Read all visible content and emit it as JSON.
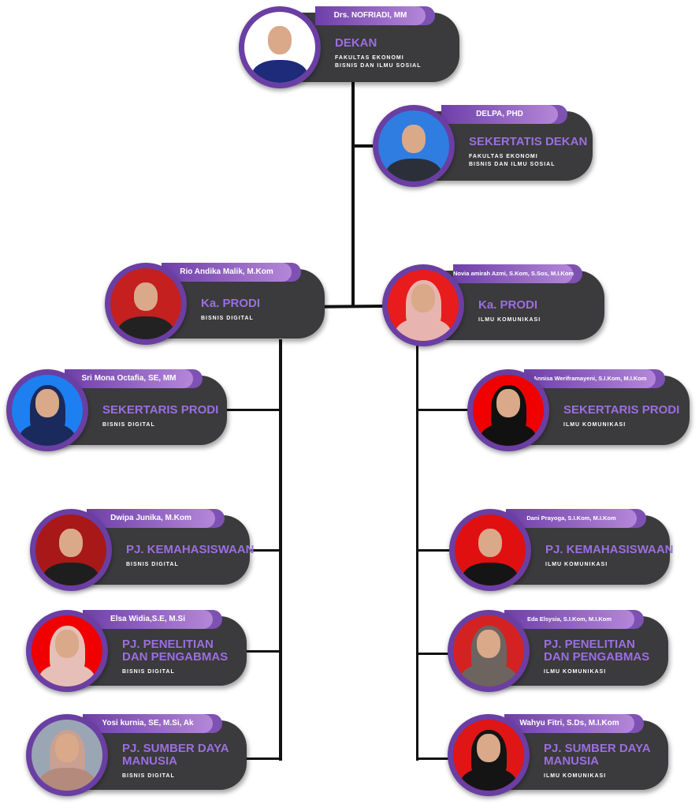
{
  "cards": [
    {
      "name": "Drs. NOFRIADI, MM",
      "title": "DEKAN",
      "unit": "FAKULTAS EKONOMI\nBISNIS DAN ILMU SOSIAL",
      "photo_bg": "#ffffff",
      "outfit": "#1e2a7a",
      "hijab": null
    },
    {
      "name": "DELPA, PHD",
      "title": "SEKERTATIS DEKAN",
      "unit": "FAKULTAS EKONOMI\nBISNIS DAN ILMU SOSIAL",
      "photo_bg": "#2f7de0",
      "outfit": "#2b2f3a",
      "hijab": null
    },
    {
      "name": "Rio Andika Malik, M.Kom",
      "title": "Ka. PRODI",
      "unit": "BISNIS DIGITAL",
      "photo_bg": "#c42020",
      "outfit": "#222222",
      "hijab": null
    },
    {
      "name": "Novia amirah Azmi, S.Kom, S.Sos, M.I.Kom",
      "title": "Ka. PRODI",
      "unit": "ILMU KOMUNIKASI",
      "photo_bg": "#e81c1c",
      "outfit": "#e8b4b0",
      "hijab": "#e8b4b0"
    },
    {
      "name": "Sri Mona Octafia, SE, MM",
      "title": "SEKERTARIS PRODI",
      "unit": "BISNIS DIGITAL",
      "photo_bg": "#1d7ff0",
      "outfit": "#1b2a5c",
      "hijab": "#1b2a5c"
    },
    {
      "name": "Annisa Weriframayeni, S.I.Kom, M.I.Kom",
      "title": "SEKERTARIS PRODI",
      "unit": "ILMU KOMUNIKASI",
      "photo_bg": "#f00000",
      "outfit": "#111111",
      "hijab": "#111111"
    },
    {
      "name": "Dwipa Junika, M.Kom",
      "title": "PJ. KEMAHASISWAAN",
      "unit": "BISNIS DIGITAL",
      "photo_bg": "#a81818",
      "outfit": "#1e1e1e",
      "hijab": null
    },
    {
      "name": "Dani Prayoga, S.I.Kom, M.I.Kom",
      "title": "PJ. KEMAHASISWAAN",
      "unit": "ILMU KOMUNIKASI",
      "photo_bg": "#e01010",
      "outfit": "#151515",
      "hijab": null
    },
    {
      "name": "Elsa Widia,S.E, M.Si",
      "title": "PJ. PENELITIAN DAN PENGABMAS",
      "unit": "BISNIS DIGITAL",
      "photo_bg": "#f00000",
      "outfit": "#e6c0b8",
      "hijab": "#e6c0b8"
    },
    {
      "name": "Eda Elsysia, S.I.Kom, M.I.Kom",
      "title": "PJ. PENELITIAN DAN PENGABMAS",
      "unit": "ILMU KOMUNIKASI",
      "photo_bg": "#d42222",
      "outfit": "#6d6460",
      "hijab": "#6d6460"
    },
    {
      "name": "Yosi kurnia, SE, M.Si, Ak",
      "title": "PJ. SUMBER DAYA MANUSIA",
      "unit": "BISNIS DIGITAL",
      "photo_bg": "#9aa6b4",
      "outfit": "#b38a7c",
      "hijab": "#c9a092"
    },
    {
      "name": "Wahyu Fitri, S.Ds, M.I.Kom",
      "title": "PJ. SUMBER DAYA MANUSIA",
      "unit": "ILMU KOMUNIKASI",
      "photo_bg": "#e01515",
      "outfit": "#141414",
      "hijab": "#141414"
    }
  ]
}
